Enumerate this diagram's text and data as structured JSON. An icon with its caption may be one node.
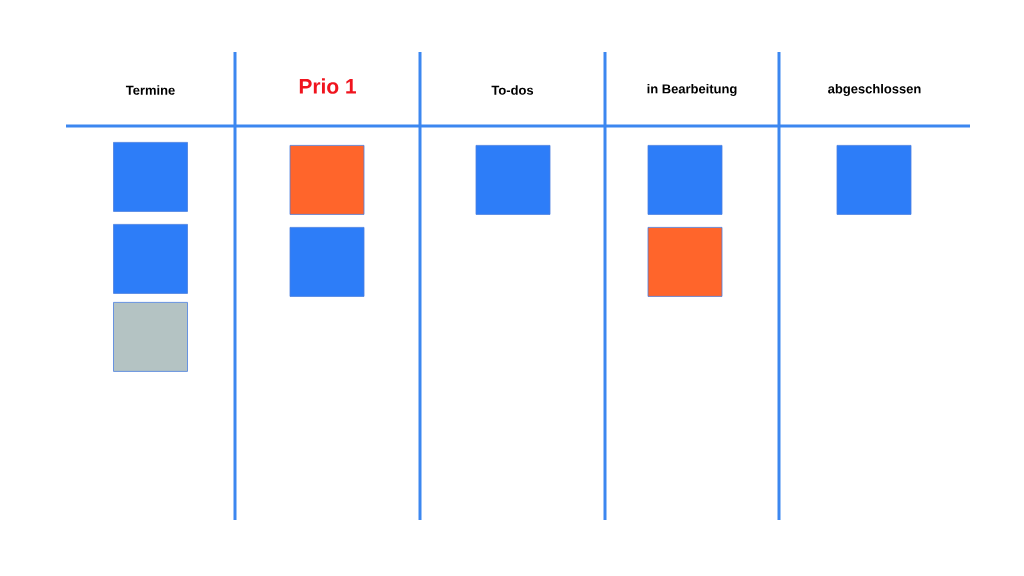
{
  "diagram": {
    "nodes": [
      {
        "text": [],
        "shape": "box"
      },
      {
        "text": [],
        "shape": "box"
      },
      {
        "text": [],
        "shape": "box"
      },
      {
        "text": [],
        "shape": "box"
      },
      {
        "text": [],
        "shape": "box"
      },
      {
        "text": [],
        "shape": "box"
      },
      {
        "text": [],
        "shape": "box"
      },
      {
        "text": [],
        "shape": "box"
      },
      {
        "text": [],
        "shape": "box"
      }
    ],
    "labels": [
      "Termine",
      "Prio 1",
      "To-dos",
      "in Bearbeitung",
      "abgeschlossen"
    ]
  }
}
